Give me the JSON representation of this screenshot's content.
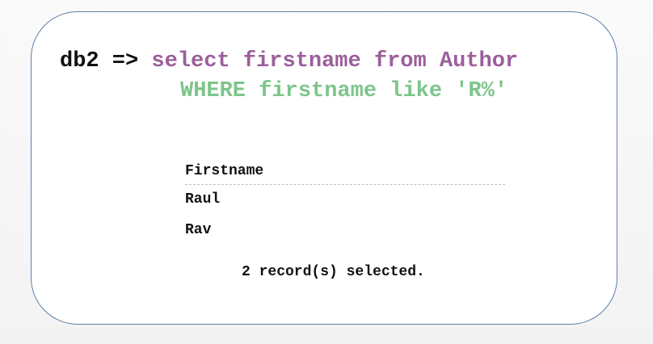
{
  "console": {
    "prompt": "db2 =>",
    "query_line1": "select firstname from Author",
    "query_line2": "WHERE firstname like 'R%'"
  },
  "result": {
    "column_header": "Firstname",
    "rows": [
      "Raul",
      "Rav"
    ],
    "summary": "2 record(s) selected."
  },
  "colors": {
    "border": "#5d7fa6",
    "select_keyword": "#9b5f9b",
    "where_clause": "#7dc58a",
    "text": "#111111"
  }
}
